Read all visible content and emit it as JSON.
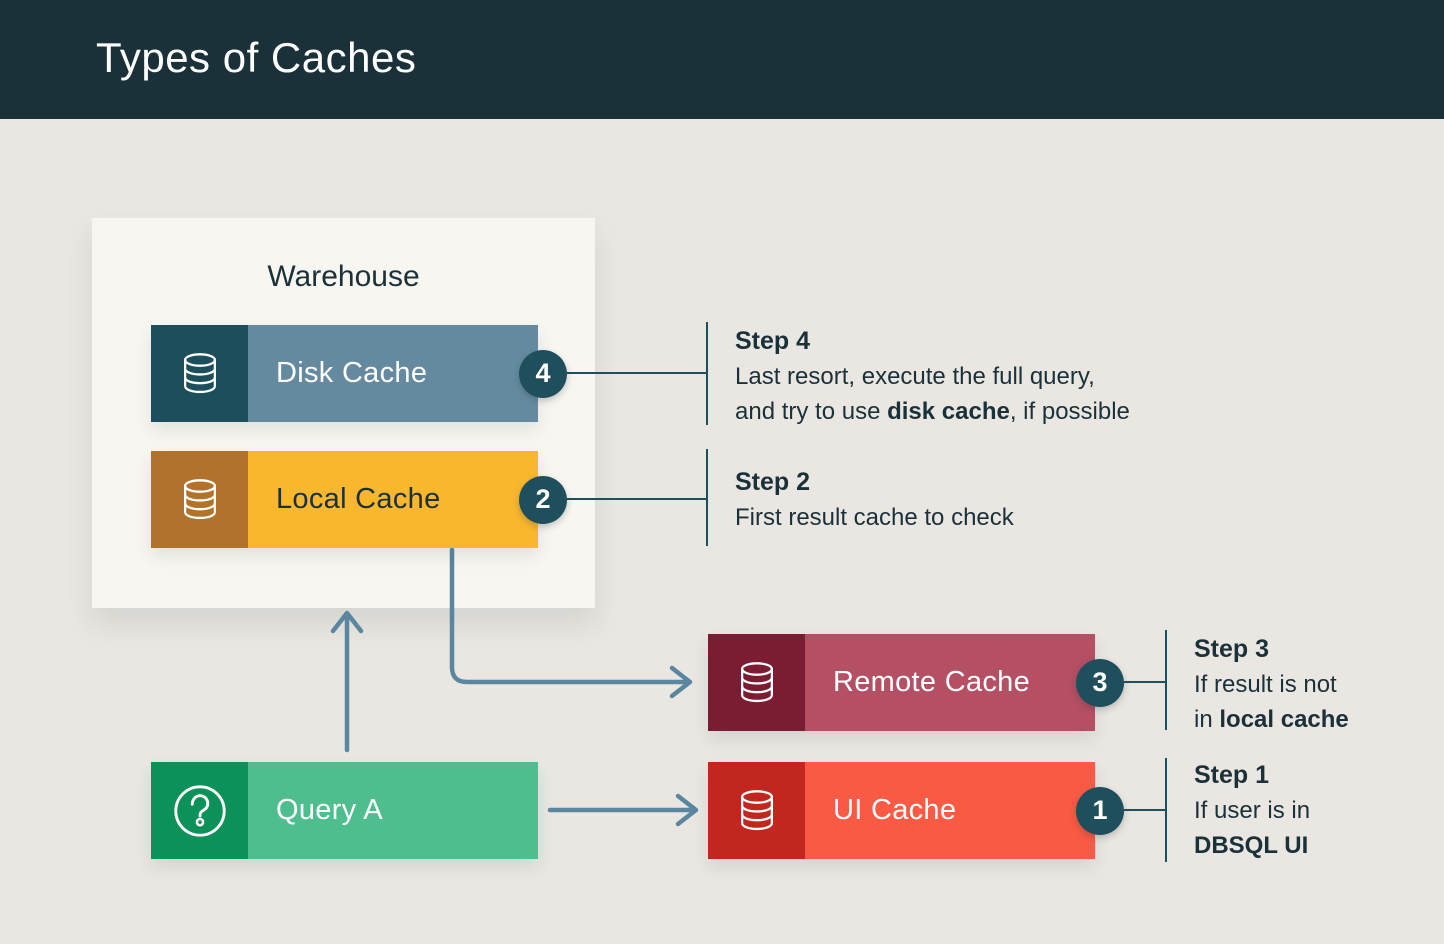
{
  "header": {
    "title": "Types of Caches"
  },
  "warehouse": {
    "label": "Warehouse"
  },
  "nodes": {
    "disk": {
      "label": "Disk Cache",
      "badge": "4",
      "icon": "database-icon",
      "icon_bg": "#1c4e5c",
      "body_bg": "#658aa0",
      "text_color": "#ffffff"
    },
    "local": {
      "label": "Local Cache",
      "badge": "2",
      "icon": "database-icon",
      "icon_bg": "#b1732b",
      "body_bg": "#f9b72d",
      "text_color": "#1b3139"
    },
    "remote": {
      "label": "Remote Cache",
      "badge": "3",
      "icon": "database-icon",
      "icon_bg": "#7c1c32",
      "body_bg": "#b54f63",
      "text_color": "#ffffff"
    },
    "ui": {
      "label": "UI Cache",
      "badge": "1",
      "icon": "database-icon",
      "icon_bg": "#c1271e",
      "body_bg": "#f95a43",
      "text_color": "#ffffff"
    },
    "query": {
      "label": "Query A",
      "icon": "question-icon",
      "icon_bg": "#0c9158",
      "body_bg": "#4fbe8e",
      "text_color": "#ffffff"
    }
  },
  "steps": {
    "step4": {
      "title": "Step 4",
      "line1": "Last resort, execute the full query,",
      "line2_pre": "and try to use ",
      "line2_bold": "disk cache",
      "line2_post": ", if possible"
    },
    "step2": {
      "title": "Step 2",
      "line1": "First result cache to check",
      "line2_pre": "",
      "line2_bold": "",
      "line2_post": ""
    },
    "step3": {
      "title": "Step 3",
      "line1": "If result is not",
      "line2_pre": "in ",
      "line2_bold": "local cache",
      "line2_post": ""
    },
    "step1": {
      "title": "Step 1",
      "line1": "If user is in",
      "line2_pre": "",
      "line2_bold": "DBSQL UI",
      "line2_post": ""
    }
  },
  "colors": {
    "header_bg": "#1b3139",
    "canvas_bg": "#eae7e2",
    "panel_bg": "#f8f6f1",
    "text_dark": "#1b3139",
    "badge_bg": "#1f4e5c",
    "arrow": "#5b86a0",
    "connector": "#1e4f5c"
  }
}
